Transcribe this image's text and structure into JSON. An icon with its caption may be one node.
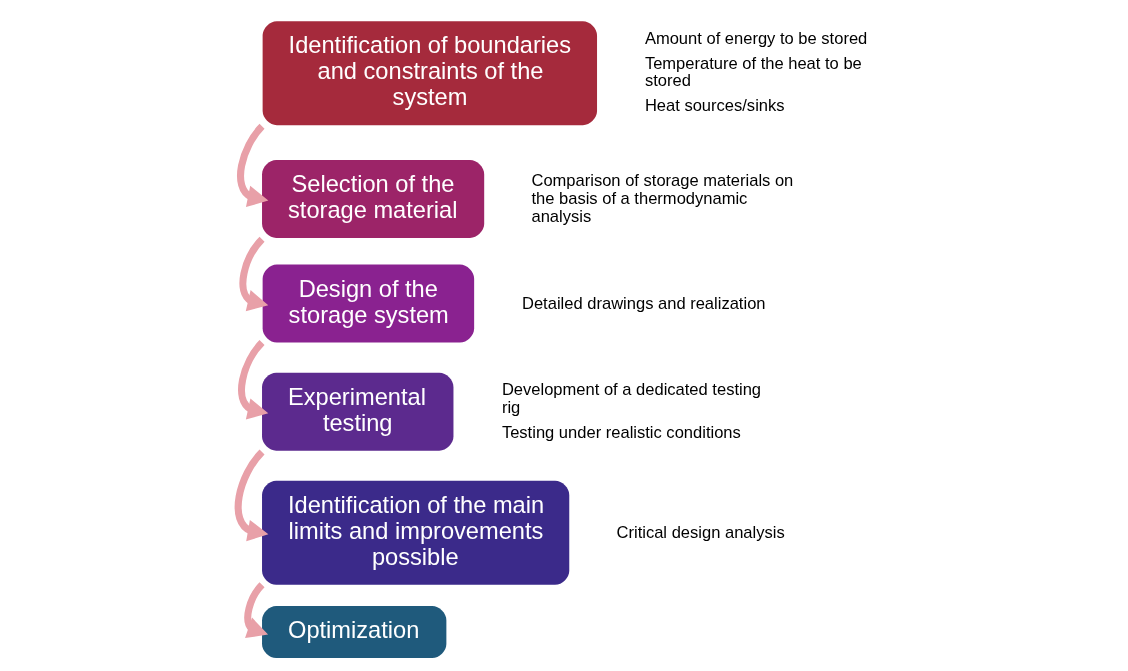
{
  "diagram": {
    "nodes": [
      {
        "text": [
          "Identification of boundaries and constraints of the system"
        ],
        "beside": [
          "Amount of energy to be stored",
          "Temperature of the heat to be stored",
          "Heat sources/sinks"
        ]
      },
      {
        "text": [
          "Selection of the storage material"
        ],
        "beside": [
          "Comparison of storage materials on the basis of a thermodynamic analysis"
        ]
      },
      {
        "text": [
          "Design of the storage system"
        ],
        "beside": [
          "Detailed drawings and realization"
        ]
      },
      {
        "text": [
          "Experimental testing"
        ],
        "beside": [
          "Development of a dedicated testing rig",
          "Testing under realistic conditions"
        ]
      },
      {
        "text": [
          "Identification of the main limits and improvements possible"
        ],
        "beside": [
          "Critical design analysis"
        ]
      },
      {
        "text": [
          "Optimization"
        ]
      }
    ],
    "edges": [
      {
        "from": 0,
        "to": 1,
        "arrow": "to"
      },
      {
        "from": 1,
        "to": 2,
        "arrow": "to"
      },
      {
        "from": 2,
        "to": 3,
        "arrow": "to"
      },
      {
        "from": 3,
        "to": 4,
        "arrow": "to"
      },
      {
        "from": 4,
        "to": 5,
        "arrow": "to"
      }
    ]
  }
}
